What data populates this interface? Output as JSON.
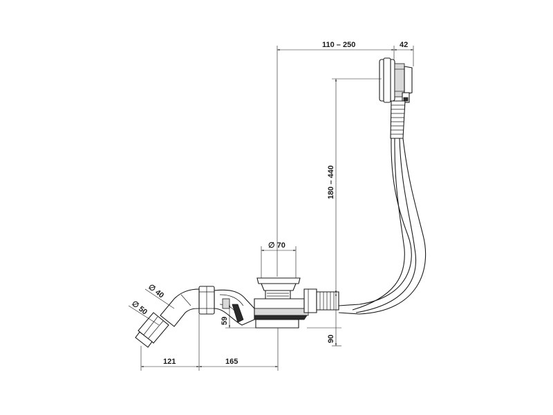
{
  "dimensions": {
    "handle_offset": "110 – 250",
    "handle_width": "42",
    "height_range": "180 – 440",
    "waste_diameter": "∅ 70",
    "outlet_diameter_inner": "∅ 40",
    "outlet_diameter_outer": "∅ 50",
    "trap_height": "59",
    "overall_height": "90",
    "outlet_length": "121",
    "trap_length": "165"
  },
  "colors": {
    "line": "#1a1a1a",
    "background": "#ffffff"
  }
}
